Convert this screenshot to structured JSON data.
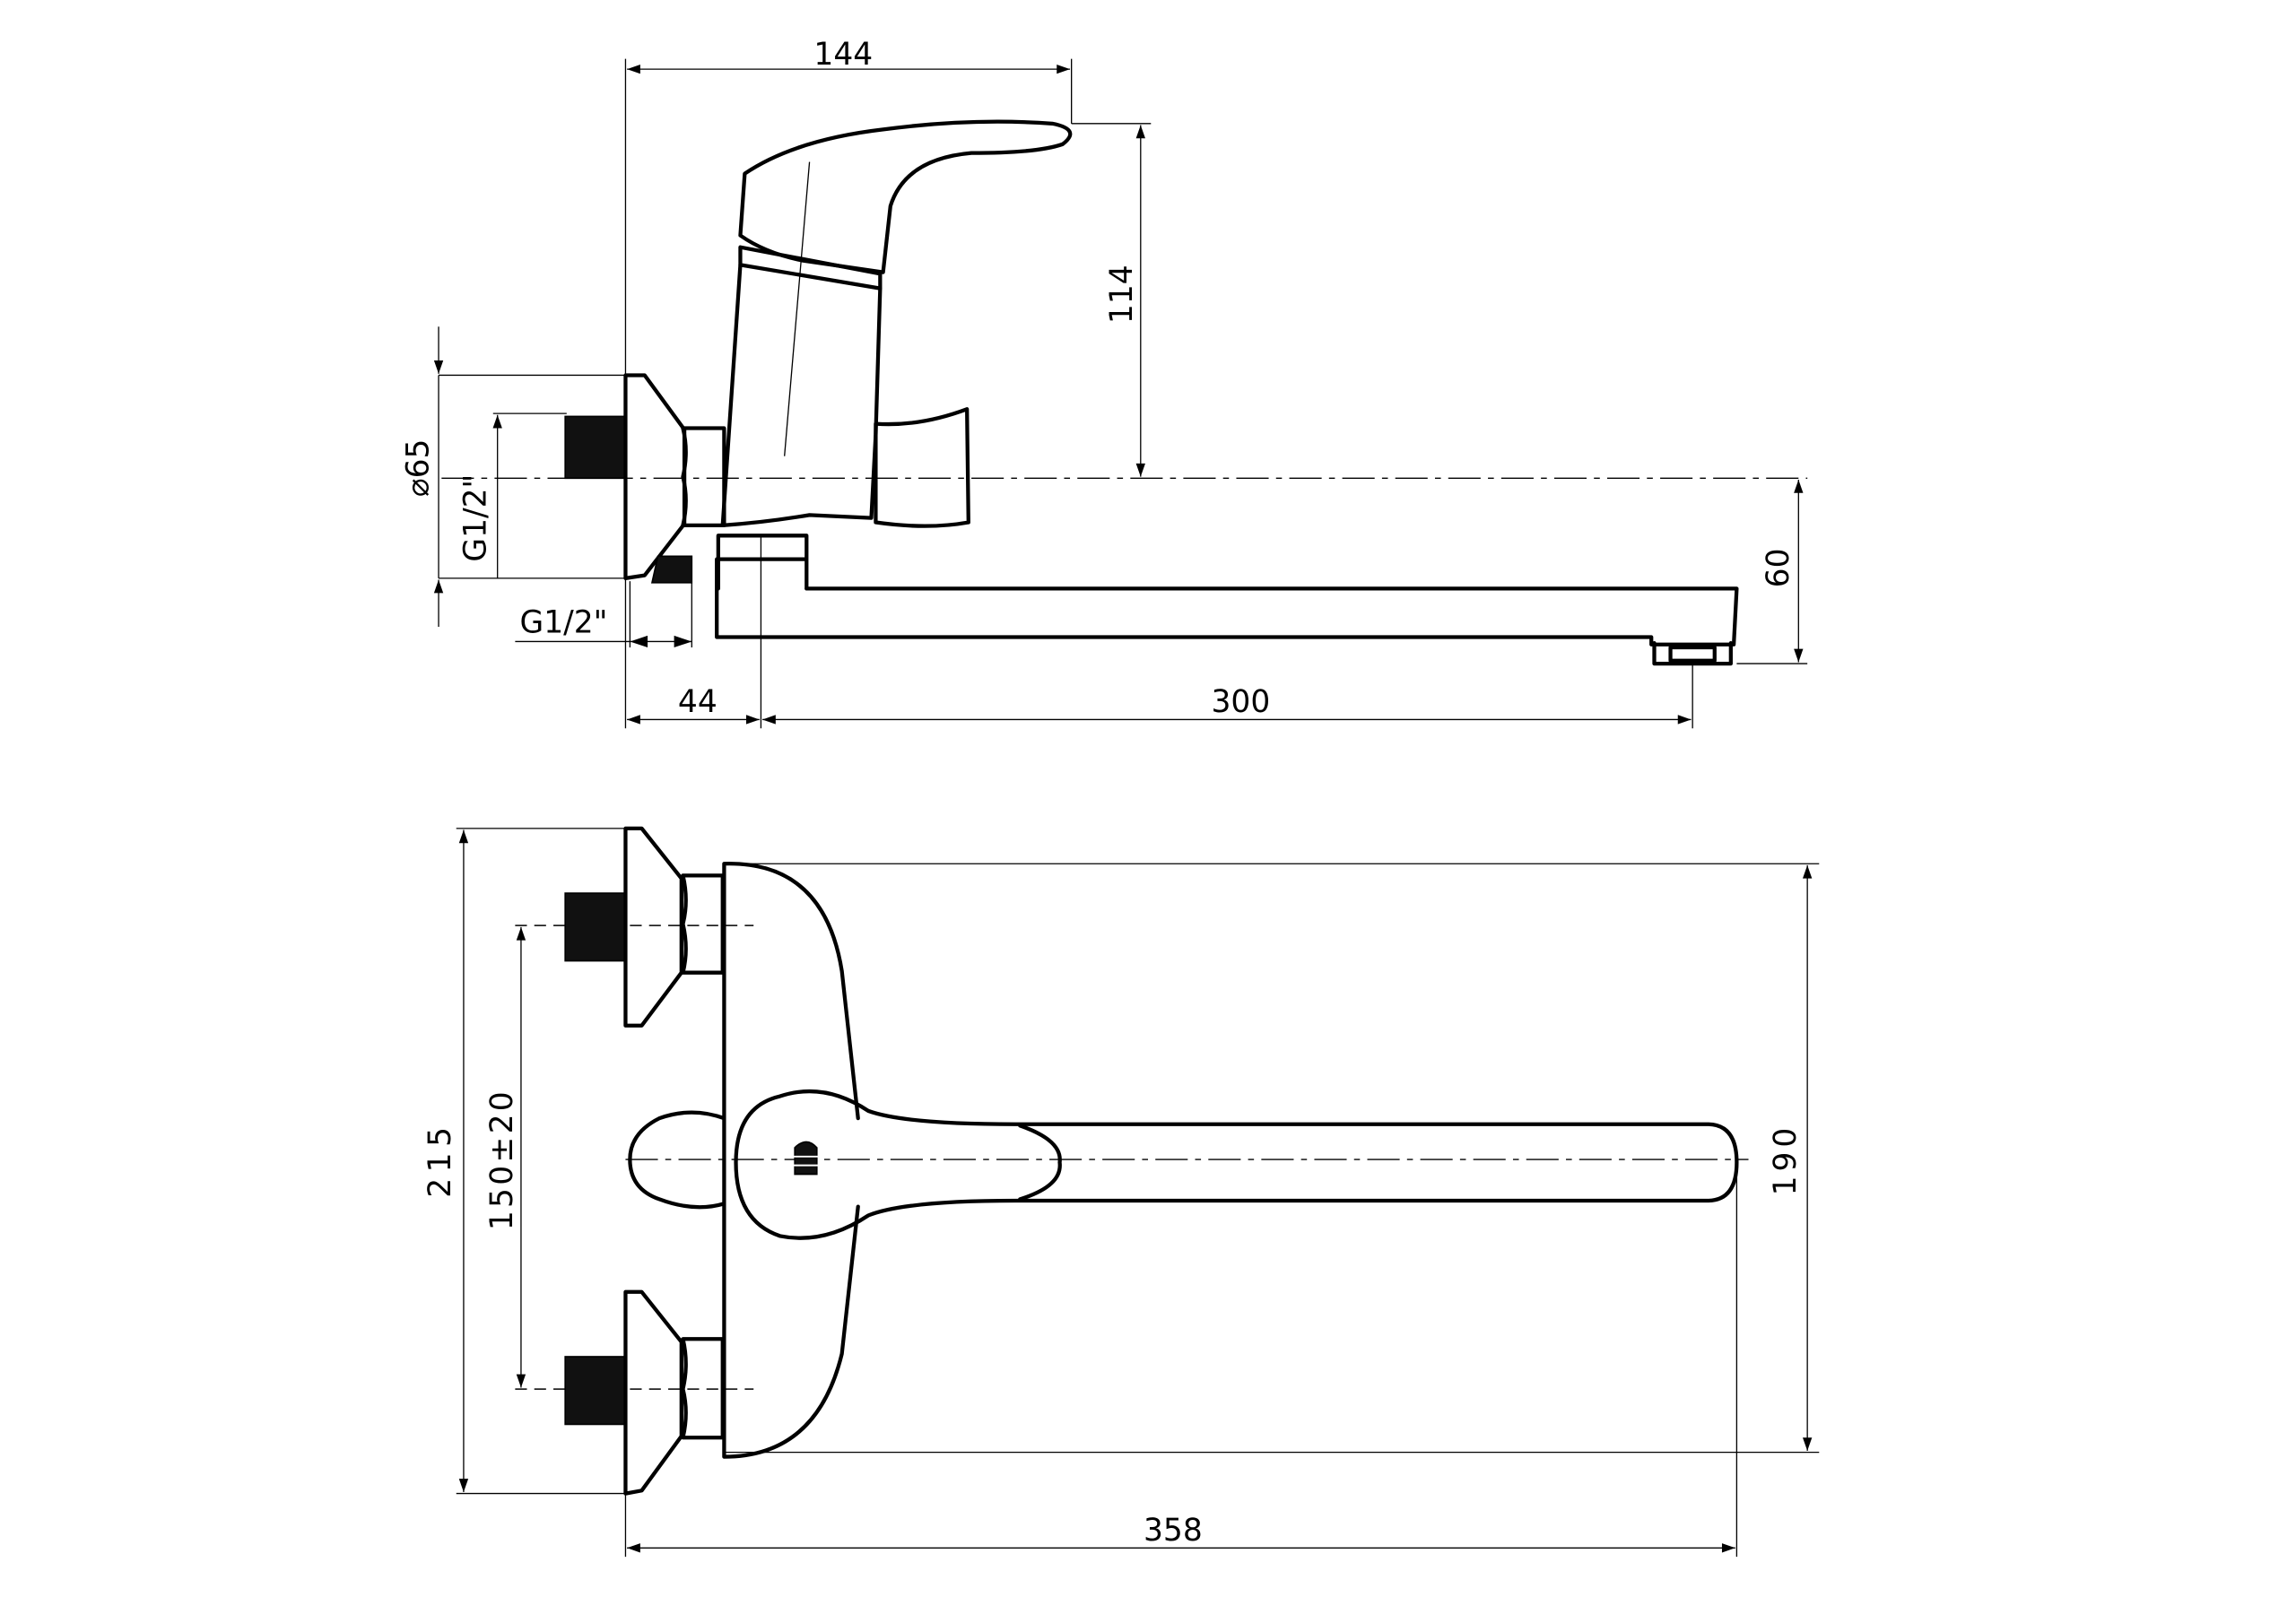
{
  "side_view": {
    "dim_depth": "144",
    "dim_height": "114",
    "dim_flange_diameter": "⌀65",
    "dim_inlet_thread_left": "G1/2\"",
    "dim_inlet_thread_bottom": "G1/2\"",
    "dim_spout_height": "60",
    "dim_wall_offset": "44",
    "dim_spout_reach": "300"
  },
  "top_view": {
    "dim_total_height": "215",
    "dim_inlet_spacing": "150±20",
    "dim_body_height": "190",
    "dim_total_length": "358"
  }
}
